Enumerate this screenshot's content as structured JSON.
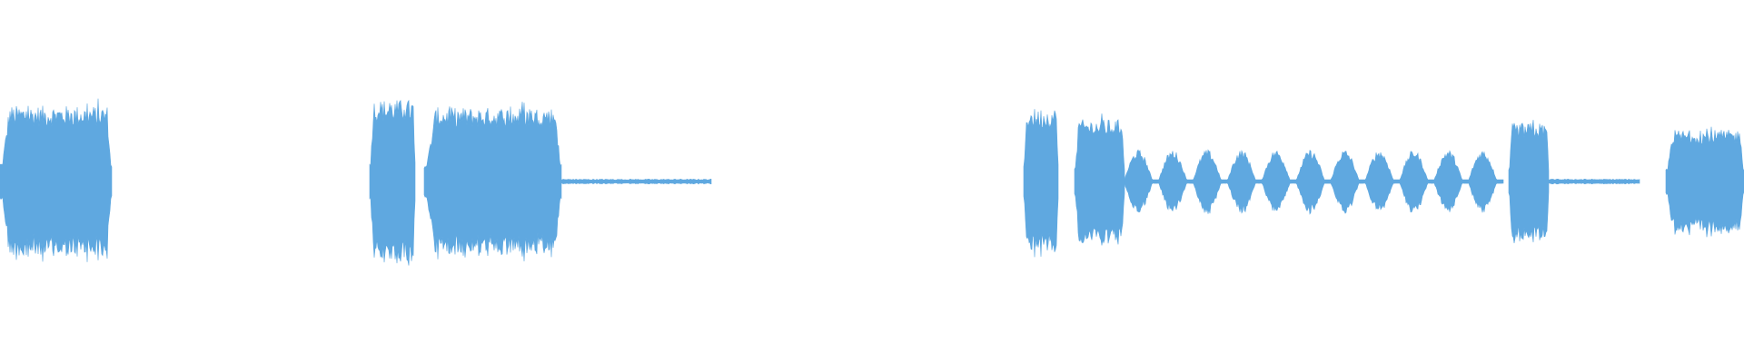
{
  "waveform": {
    "color": "#5fa8e0",
    "background": "#ffffff",
    "segments": [
      {
        "kind": "burst",
        "from": 0.0,
        "to": 0.064,
        "level": 0.88
      },
      {
        "kind": "silence",
        "from": 0.064,
        "to": 0.212
      },
      {
        "kind": "burst",
        "from": 0.212,
        "to": 0.238,
        "level": 0.95
      },
      {
        "kind": "gap",
        "from": 0.238,
        "to": 0.243
      },
      {
        "kind": "burst",
        "from": 0.243,
        "to": 0.322,
        "level": 0.86
      },
      {
        "kind": "noise",
        "from": 0.322,
        "to": 0.408,
        "level": 0.02
      },
      {
        "kind": "silence",
        "from": 0.408,
        "to": 0.587
      },
      {
        "kind": "burst",
        "from": 0.587,
        "to": 0.607,
        "level": 0.85
      },
      {
        "kind": "burst",
        "from": 0.616,
        "to": 0.645,
        "level": 0.72
      },
      {
        "kind": "pulses",
        "from": 0.645,
        "to": 0.862,
        "count": 11,
        "level": 0.35
      },
      {
        "kind": "burst",
        "from": 0.865,
        "to": 0.888,
        "level": 0.68
      },
      {
        "kind": "noise",
        "from": 0.888,
        "to": 0.94,
        "level": 0.02
      },
      {
        "kind": "burst",
        "from": 0.955,
        "to": 1.0,
        "level": 0.6
      }
    ]
  }
}
